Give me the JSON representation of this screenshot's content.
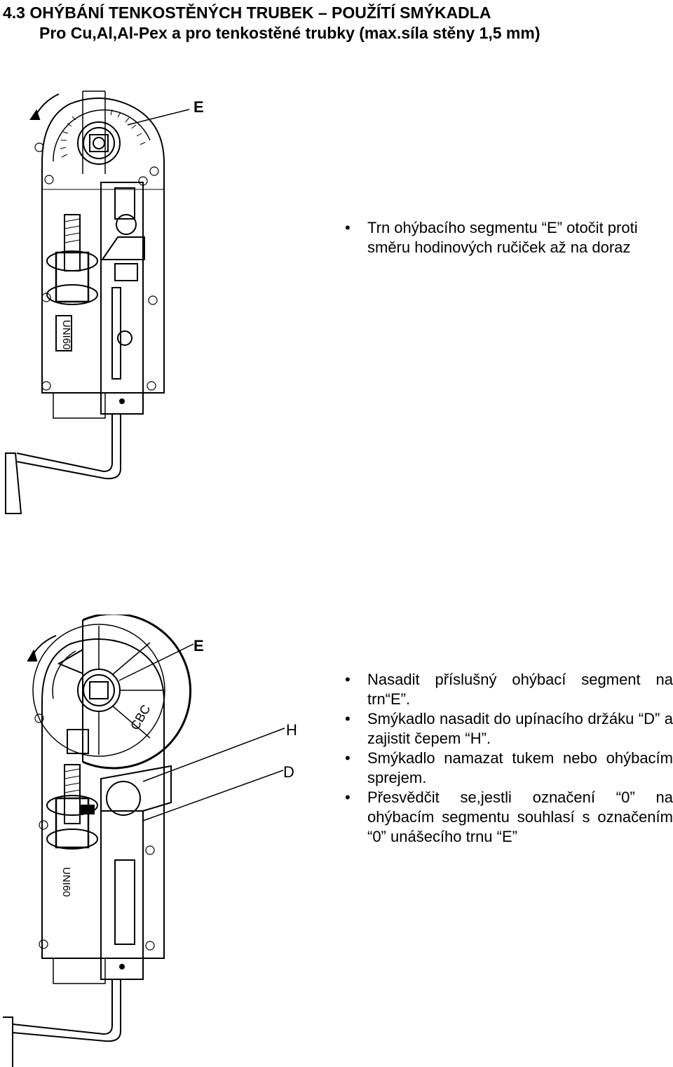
{
  "heading": {
    "line1": "4.3 OHÝBÁNÍ TENKOSTĚNÝCH TRUBEK – POUŽÍTÍ SMÝKADLA",
    "line2": "Pro Cu,Al,Al-Pex a pro tenkostěné trubky (max.síla stěny 1,5 mm)"
  },
  "figure1": {
    "label_e": "E",
    "model_label": "UNI60"
  },
  "figure2": {
    "label_e": "E",
    "label_h": "H",
    "label_d": "D",
    "segment_label": "CBC",
    "model_label": "UNI60"
  },
  "step1": {
    "bullets": [
      "Trn ohýbacího segmentu “E” otočit proti směru hodinových ručiček až na doraz"
    ]
  },
  "step2": {
    "bullets": [
      "Nasadit příslušný ohýbací segment na trn“E”.",
      "Smýkadlo nasadit do upínacího držáku “D” a zajistit čepem “H”.",
      "Smýkadlo namazat tukem nebo ohýbacím sprejem.",
      "Přesvědčit se,jestli označení “0” na ohýbacím segmentu souhlasí s označením “0” unášecího trnu “E”"
    ]
  }
}
